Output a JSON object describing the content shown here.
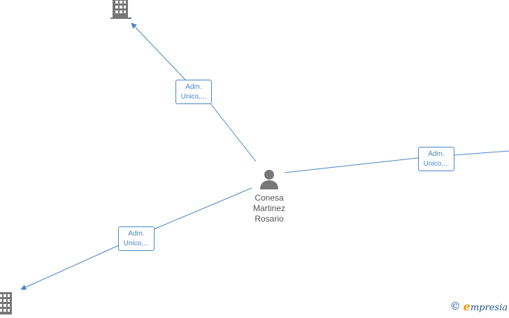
{
  "person": {
    "name_lines": [
      "Conesa",
      "Martinez",
      "Rosario"
    ],
    "icon": "person-icon"
  },
  "companies": [
    {
      "icon": "building-icon"
    },
    {
      "icon": "building-icon"
    }
  ],
  "relations": [
    {
      "line1": "Adm.",
      "line2": "Unico,..."
    },
    {
      "line1": "Adm.",
      "line2": "Unico,..."
    },
    {
      "line1": "Adm.",
      "line2": "Unico,..."
    }
  ],
  "branding": {
    "copyright_symbol": "©",
    "logo_initial": "e",
    "logo_rest": "mpresia"
  },
  "colors": {
    "edge": "#4a86c8",
    "node_icon": "#777777",
    "brand_orange": "#f39200",
    "brand_blue": "#1f5a8a"
  }
}
